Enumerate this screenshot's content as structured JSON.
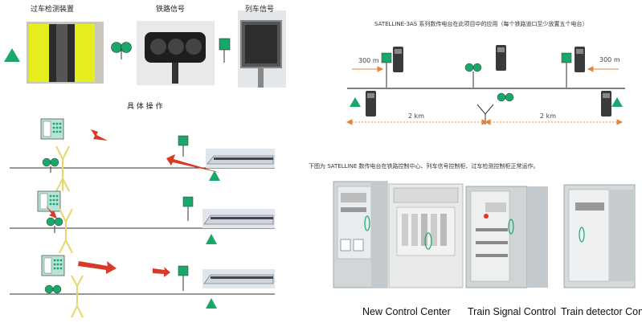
{
  "legend": {
    "detector_label": "过车检测装置",
    "signal_label": "铁路信号",
    "train_signal_label": "列车信号"
  },
  "operation": {
    "title": "具 体 操 作"
  },
  "system": {
    "heading": "SATELLINE-3AS 系列数传电台在此项目中的应用（每个铁路道口至少放置五个电台）",
    "dist_left": "300 m",
    "dist_right": "300 m",
    "span_left": "2 km",
    "span_right": "2 km"
  },
  "cabinets": {
    "note": "下图为 SATELLINE 数传电台在铁路控制中心、列车信号控制柜、过车检测控制柜正常运作。",
    "captions": [
      "New Control Center",
      "Train Signal Control",
      "Train detector Control"
    ]
  },
  "colors": {
    "green": "#1aa86a",
    "red": "#d93a25",
    "fork": "#e8d66a",
    "line": "#333333",
    "dim": "#e6843a"
  }
}
